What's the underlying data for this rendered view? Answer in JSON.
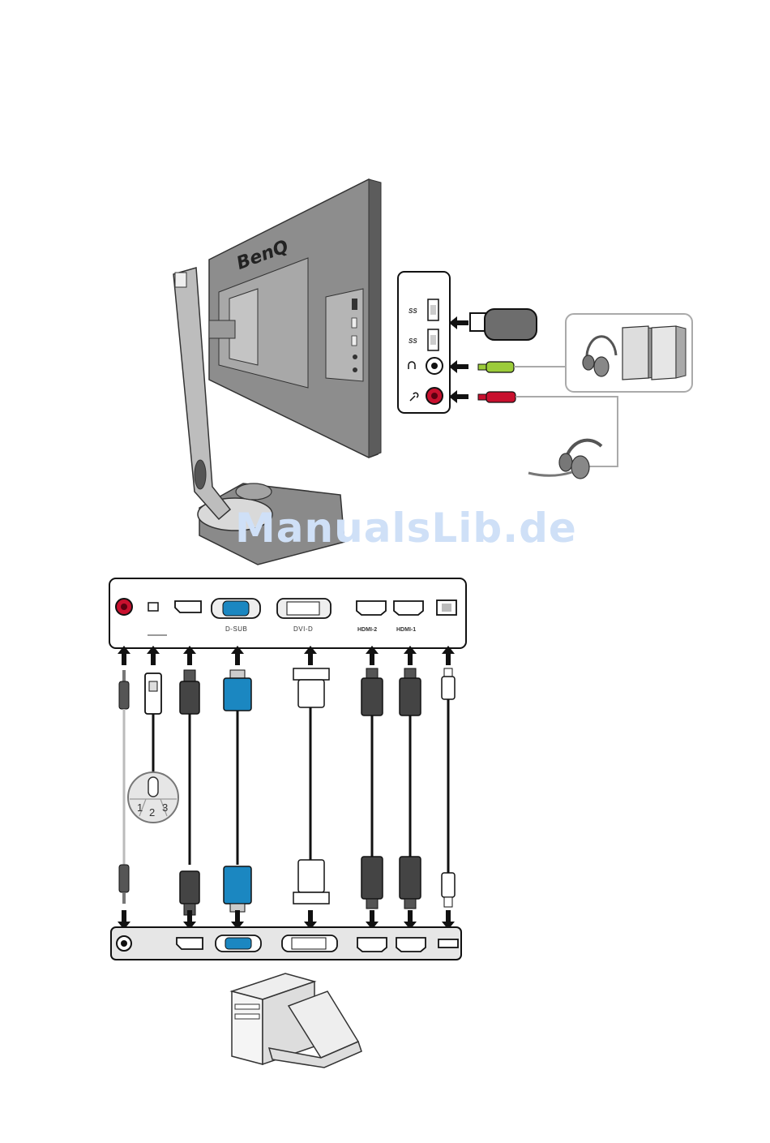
{
  "brand": "BenQ",
  "watermark": "ManualsLib.de",
  "monitor_ports": {
    "mic": "",
    "sq": "",
    "dp": "",
    "dsub": "D-SUB",
    "dvi": "DVI-D",
    "hdmi2": "HDMI-2",
    "hdmi1": "HDMI-1",
    "usb": ""
  },
  "side_panel": {
    "usb_a_1": "SS",
    "usb_a_2": "SS",
    "headphone": "",
    "mic": ""
  },
  "remote_buttons": [
    "1",
    "2",
    "3"
  ],
  "colors": {
    "monitor_body": "#8d8d8d",
    "monitor_dark": "#5c5c5c",
    "vga_blue": "#1b87c1",
    "mic_red": "#c8102e",
    "headphone_green": "#9ccc3a",
    "panel_line": "#333333"
  },
  "icons": [
    "usb-stick-icon",
    "headphones-icon",
    "speakers-icon",
    "headset-icon",
    "desktop-pc-icon",
    "laptop-icon",
    "arrow-icon"
  ]
}
